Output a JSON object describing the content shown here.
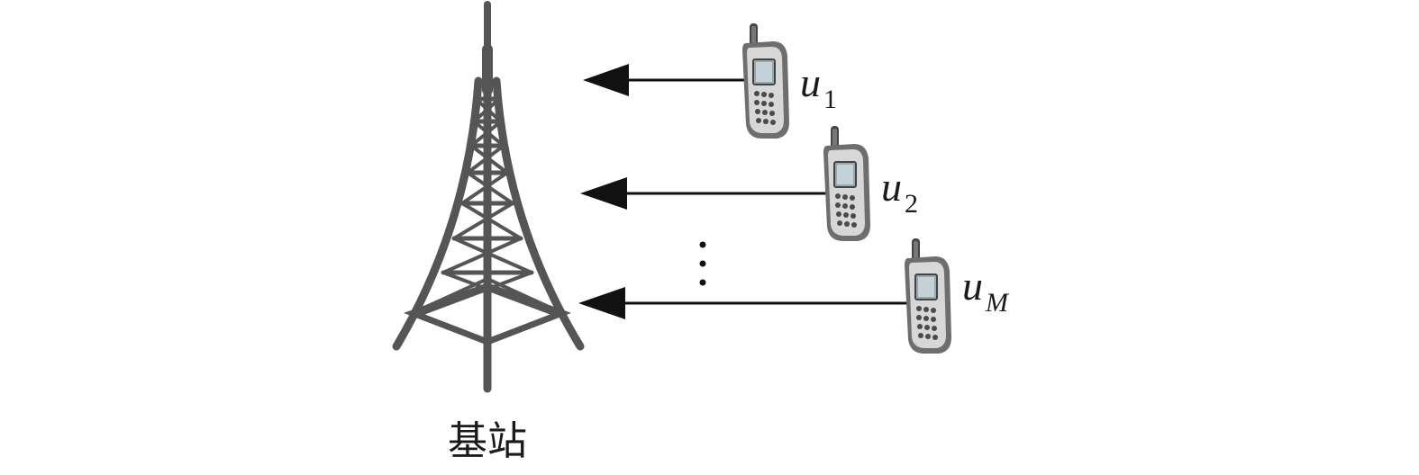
{
  "base_station": {
    "label": "基站",
    "icon": "radio-tower-icon"
  },
  "users": [
    {
      "var": "u",
      "sub": "1",
      "icon": "mobile-phone-icon"
    },
    {
      "var": "u",
      "sub": "2",
      "icon": "mobile-phone-icon"
    },
    {
      "var": "u",
      "sub": "M",
      "icon": "mobile-phone-icon"
    }
  ],
  "ellipsis_icon": "vertical-ellipsis-icon",
  "colors": {
    "tower": "#555555",
    "arrow": "#111111",
    "phone_body": "#d7d7d7",
    "phone_outline": "#6e6e6e"
  }
}
